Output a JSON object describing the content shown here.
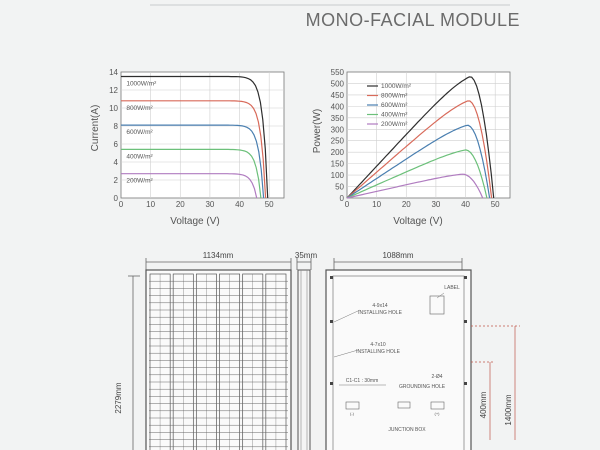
{
  "header": {
    "title": "MONO-FACIAL MODULE"
  },
  "chart_data": [
    {
      "type": "line",
      "xlabel": "Voltage  (V)",
      "ylabel": "Current(A)",
      "xlim": [
        0,
        55
      ],
      "ylim": [
        0,
        14
      ],
      "x_ticks": [
        0,
        10,
        20,
        30,
        40,
        50
      ],
      "y_ticks": [
        0,
        2,
        4,
        6,
        8,
        10,
        12,
        14
      ],
      "grid": true,
      "legend": "inline-left",
      "series": [
        {
          "name": "1000W/m²",
          "color": "#2e2e2e",
          "isc": 13.5,
          "voc": 49.5
        },
        {
          "name": "800W/m²",
          "color": "#d86a5a",
          "isc": 10.8,
          "voc": 48.8
        },
        {
          "name": "600W/m²",
          "color": "#4a7fb0",
          "isc": 8.1,
          "voc": 48.1
        },
        {
          "name": "400W/m²",
          "color": "#6cc07a",
          "isc": 5.4,
          "voc": 47.2
        },
        {
          "name": "200W/m²",
          "color": "#b07cc0",
          "isc": 2.7,
          "voc": 45.8
        }
      ]
    },
    {
      "type": "line",
      "xlabel": "Voltage  (V)",
      "ylabel": "Power(W)",
      "xlim": [
        0,
        55
      ],
      "ylim": [
        0,
        550
      ],
      "x_ticks": [
        0,
        10,
        20,
        30,
        40,
        50
      ],
      "y_ticks": [
        0,
        50,
        100,
        150,
        200,
        250,
        300,
        350,
        400,
        450,
        500,
        550
      ],
      "grid": true,
      "legend": "top-left",
      "series": [
        {
          "name": "1000W/m²",
          "color": "#2e2e2e",
          "pmax": 530,
          "vmp": 41.5,
          "voc": 49.5
        },
        {
          "name": "800W/m²",
          "color": "#d86a5a",
          "pmax": 425,
          "vmp": 41.0,
          "voc": 48.8
        },
        {
          "name": "600W/m²",
          "color": "#4a7fb0",
          "pmax": 318,
          "vmp": 40.6,
          "voc": 48.1
        },
        {
          "name": "400W/m²",
          "color": "#6cc07a",
          "pmax": 210,
          "vmp": 40.0,
          "voc": 47.2
        },
        {
          "name": "200W/m²",
          "color": "#b07cc0",
          "pmax": 104,
          "vmp": 39.0,
          "voc": 45.8
        }
      ]
    }
  ],
  "drawing": {
    "width_label": "1134mm",
    "thickness_label": "35mm",
    "rail_label": "1088mm",
    "height_label": "2279mm",
    "label_box": "LABEL",
    "hole_1": "4-9x14",
    "hole_1_desc": "INSTALLING HOLE",
    "hole_2": "4-7x10",
    "hole_2_desc": "INSTALLING HOLE",
    "cable_label": "C1-C1 : 30mm",
    "ground_size": "2-Ø4",
    "ground_desc": "GROUNDING HOLE",
    "junction": "JUNCTION BOX",
    "dim_400": "400mm",
    "dim_1400": "1400mm",
    "pos_mark": "(+)",
    "neg_mark": "(-)"
  }
}
